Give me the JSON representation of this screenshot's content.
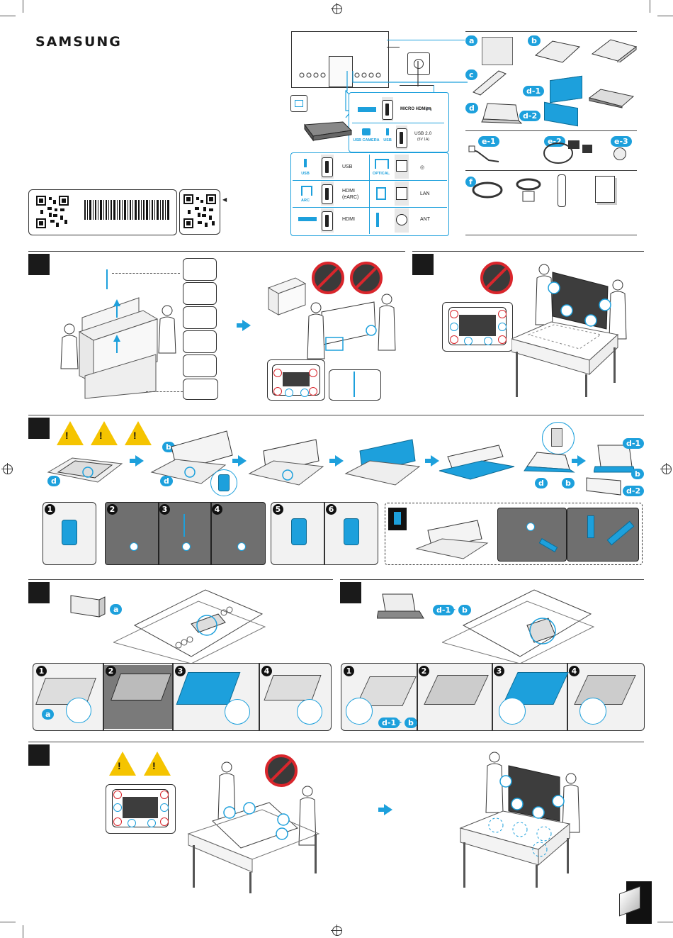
{
  "brand": {
    "logo_text": "SAMSUNG"
  },
  "labels": {
    "barcode_arrow": "◀",
    "accessories": [
      "a",
      "b",
      "c",
      "d",
      "d-1",
      "d-2",
      "e-1",
      "e-2",
      "e-3",
      "f"
    ]
  },
  "ports": {
    "micro_hdmi": "MICRO HDMI",
    "usb_camera": "USB CAMERA",
    "usb": "USB",
    "usb20": "USB 2.0",
    "usb20_sub": "(5V 1A)",
    "usb_left": "USB",
    "usb_left_title": "USB",
    "optical": "OPTICAL",
    "arc": "ARC",
    "hdmi_earc": "HDMI",
    "hdmi_earc_sub": "(eARC)",
    "lan": "LAN",
    "hdmi": "HDMI",
    "ant": "ANT"
  },
  "steps": {
    "s3_nums": [
      "1",
      "2",
      "3",
      "4",
      "5",
      "6"
    ],
    "s4_nums": [
      "1",
      "2",
      "3",
      "4"
    ],
    "s5_nums": [
      "1",
      "2",
      "3",
      "4"
    ],
    "plus": "+"
  },
  "colors": {
    "accent": "#1da0dc",
    "danger": "#d9262c",
    "warning": "#f5c400"
  }
}
